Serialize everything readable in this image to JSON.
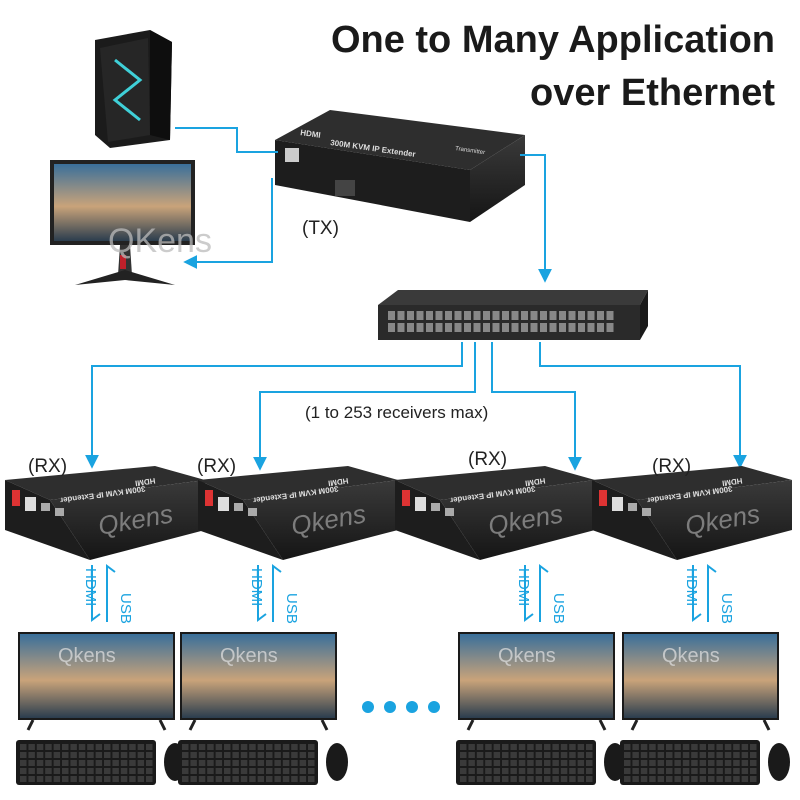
{
  "title": {
    "line1": "One to Many Application",
    "line2": "over Ethernet"
  },
  "transmitter": {
    "label": "(TX)",
    "model_text": "300M KVM IP Extender",
    "brand_text": "HDMI",
    "sub_text": "Transmitter"
  },
  "switch": {
    "caption": "(1 to 253 receivers max)"
  },
  "receivers": [
    {
      "label": "(RX)",
      "watermark": "Qkens",
      "model_text": "300M KVM IP Extender",
      "brand_text": "HDMI"
    },
    {
      "label": "(RX)",
      "watermark": "Qkens",
      "model_text": "300M KVM IP Extender",
      "brand_text": "HDMI"
    },
    {
      "label": "(RX)",
      "watermark": "Qkens",
      "model_text": "300M KVM IP Extender",
      "brand_text": "HDMI"
    },
    {
      "label": "(RX)",
      "watermark": "Qkens",
      "model_text": "300M KVM IP Extender",
      "brand_text": "HDMI"
    }
  ],
  "links": {
    "video": "HDMI",
    "control": "USB"
  },
  "watermarks": {
    "source_monitor": "QKens",
    "display": "Qkens"
  },
  "colors": {
    "wire": "#1aa3e0",
    "device": "#2b2b2b",
    "title": "#1a1a1a"
  }
}
